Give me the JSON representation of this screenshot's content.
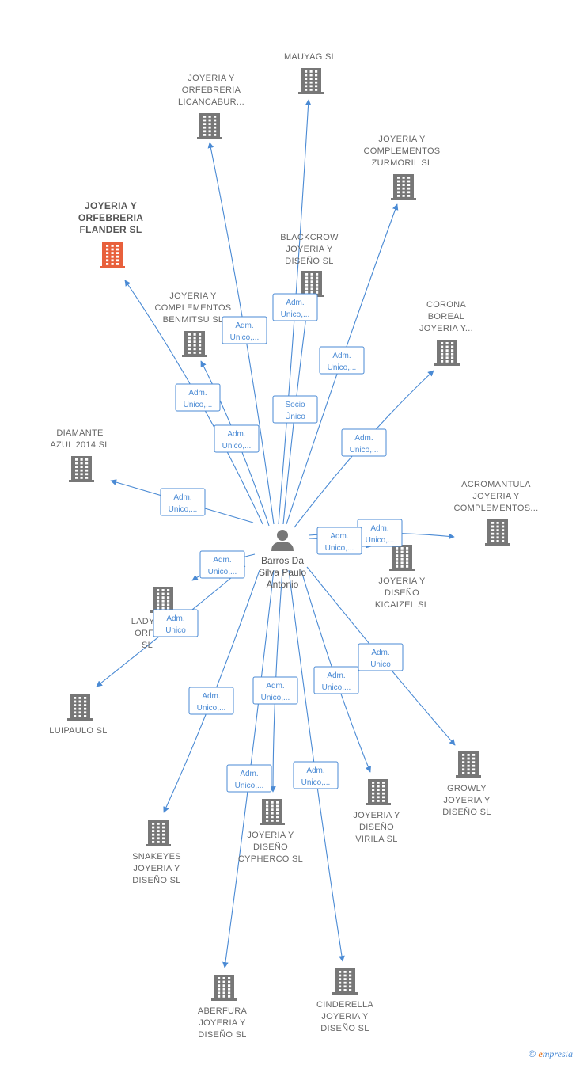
{
  "center": {
    "name_lines": [
      "Barros Da",
      "Silva Paulo",
      "Antonio"
    ],
    "icon": "person-icon"
  },
  "companies": [
    {
      "id": "mauyag",
      "lines": [
        "MAUYAG  SL"
      ],
      "highlight": false
    },
    {
      "id": "licancabur",
      "lines": [
        "JOYERIA Y",
        "ORFEBRERIA",
        "LICANCABUR..."
      ],
      "highlight": false
    },
    {
      "id": "zurmoril",
      "lines": [
        "JOYERIA Y",
        "COMPLEMENTOS",
        "ZURMORIL  SL"
      ],
      "highlight": false
    },
    {
      "id": "flander",
      "lines": [
        "JOYERIA Y",
        "ORFEBRERIA",
        "FLANDER  SL"
      ],
      "highlight": true
    },
    {
      "id": "blackcrow",
      "lines": [
        "BLACKCROW",
        "JOYERIA Y",
        "DISEÑO  SL"
      ],
      "highlight": false
    },
    {
      "id": "benmitsu",
      "lines": [
        "JOYERIA Y",
        "COMPLEMENTOS",
        "BENMITSU  SL"
      ],
      "highlight": false
    },
    {
      "id": "corona",
      "lines": [
        "CORONA",
        "BOREAL",
        "JOYERIA Y..."
      ],
      "highlight": false
    },
    {
      "id": "diamante",
      "lines": [
        "DIAMANTE",
        "AZUL 2014 SL"
      ],
      "highlight": false
    },
    {
      "id": "acromantula",
      "lines": [
        "ACROMANTULA",
        "JOYERIA Y",
        "COMPLEMENTOS..."
      ],
      "highlight": false
    },
    {
      "id": "kicaizel",
      "lines": [
        "JOYERIA Y",
        "DISEÑO",
        "KICAIZEL  SL"
      ],
      "highlight": false
    },
    {
      "id": "lady",
      "lines": [
        "LADYW",
        "ORFE",
        "SL"
      ],
      "highlight": false
    },
    {
      "id": "luipaulo",
      "lines": [
        "LUIPAULO  SL"
      ],
      "highlight": false
    },
    {
      "id": "growly",
      "lines": [
        "GROWLY",
        "JOYERIA Y",
        "DISEÑO  SL"
      ],
      "highlight": false
    },
    {
      "id": "virila",
      "lines": [
        "JOYERIA Y",
        "DISEÑO",
        "VIRILA  SL"
      ],
      "highlight": false
    },
    {
      "id": "cypherco",
      "lines": [
        "JOYERIA Y",
        "DISEÑO",
        "CYPHERCO  SL"
      ],
      "highlight": false
    },
    {
      "id": "snakeyes",
      "lines": [
        "SNAKEYES",
        "JOYERIA Y",
        "DISEÑO  SL"
      ],
      "highlight": false
    },
    {
      "id": "aberfura",
      "lines": [
        "ABERFURA",
        "JOYERIA Y",
        "DISEÑO  SL"
      ],
      "highlight": false
    },
    {
      "id": "cinderella",
      "lines": [
        "CINDERELLA",
        "JOYERIA Y",
        "DISEÑO  SL"
      ],
      "highlight": false
    }
  ],
  "edges": [
    {
      "to": "mauyag",
      "lines": [
        "Adm.",
        "Unico,..."
      ]
    },
    {
      "to": "licancabur",
      "lines": [
        "Adm.",
        "Unico,..."
      ]
    },
    {
      "to": "zurmoril",
      "lines": [
        "Adm.",
        "Unico,..."
      ]
    },
    {
      "to": "flander",
      "lines": [
        "Adm.",
        "Unico,..."
      ]
    },
    {
      "to": "blackcrow",
      "lines": [
        "Socio",
        "Único"
      ]
    },
    {
      "to": "benmitsu",
      "lines": [
        "Adm.",
        "Unico,..."
      ]
    },
    {
      "to": "corona",
      "lines": [
        "Adm.",
        "Unico,..."
      ]
    },
    {
      "to": "diamante",
      "lines": [
        "Adm.",
        "Unico,..."
      ]
    },
    {
      "to": "acromantula",
      "lines": [
        "Adm.",
        "Unico,..."
      ]
    },
    {
      "to": "kicaizel",
      "lines": [
        "Adm.",
        "Unico,..."
      ]
    },
    {
      "to": "lady",
      "lines": [
        "Adm.",
        "Unico,..."
      ]
    },
    {
      "to": "luipaulo",
      "lines": [
        "Adm.",
        "Unico"
      ]
    },
    {
      "to": "growly",
      "lines": [
        "Adm.",
        "Unico"
      ]
    },
    {
      "to": "virila",
      "lines": [
        "Adm.",
        "Unico,..."
      ]
    },
    {
      "to": "cypherco",
      "lines": [
        "Adm.",
        "Unico,..."
      ]
    },
    {
      "to": "snakeyes",
      "lines": [
        "Adm.",
        "Unico,..."
      ]
    },
    {
      "to": "aberfura",
      "lines": [
        "Adm.",
        "Unico,..."
      ]
    },
    {
      "to": "cinderella",
      "lines": [
        "Adm.",
        "Unico,..."
      ]
    }
  ],
  "colors": {
    "edge": "#4a8ad4",
    "building": "#777777",
    "highlight": "#e8603c"
  },
  "footer": {
    "copyright": "©",
    "brand": "mpresia",
    "brand_initial": "e"
  }
}
